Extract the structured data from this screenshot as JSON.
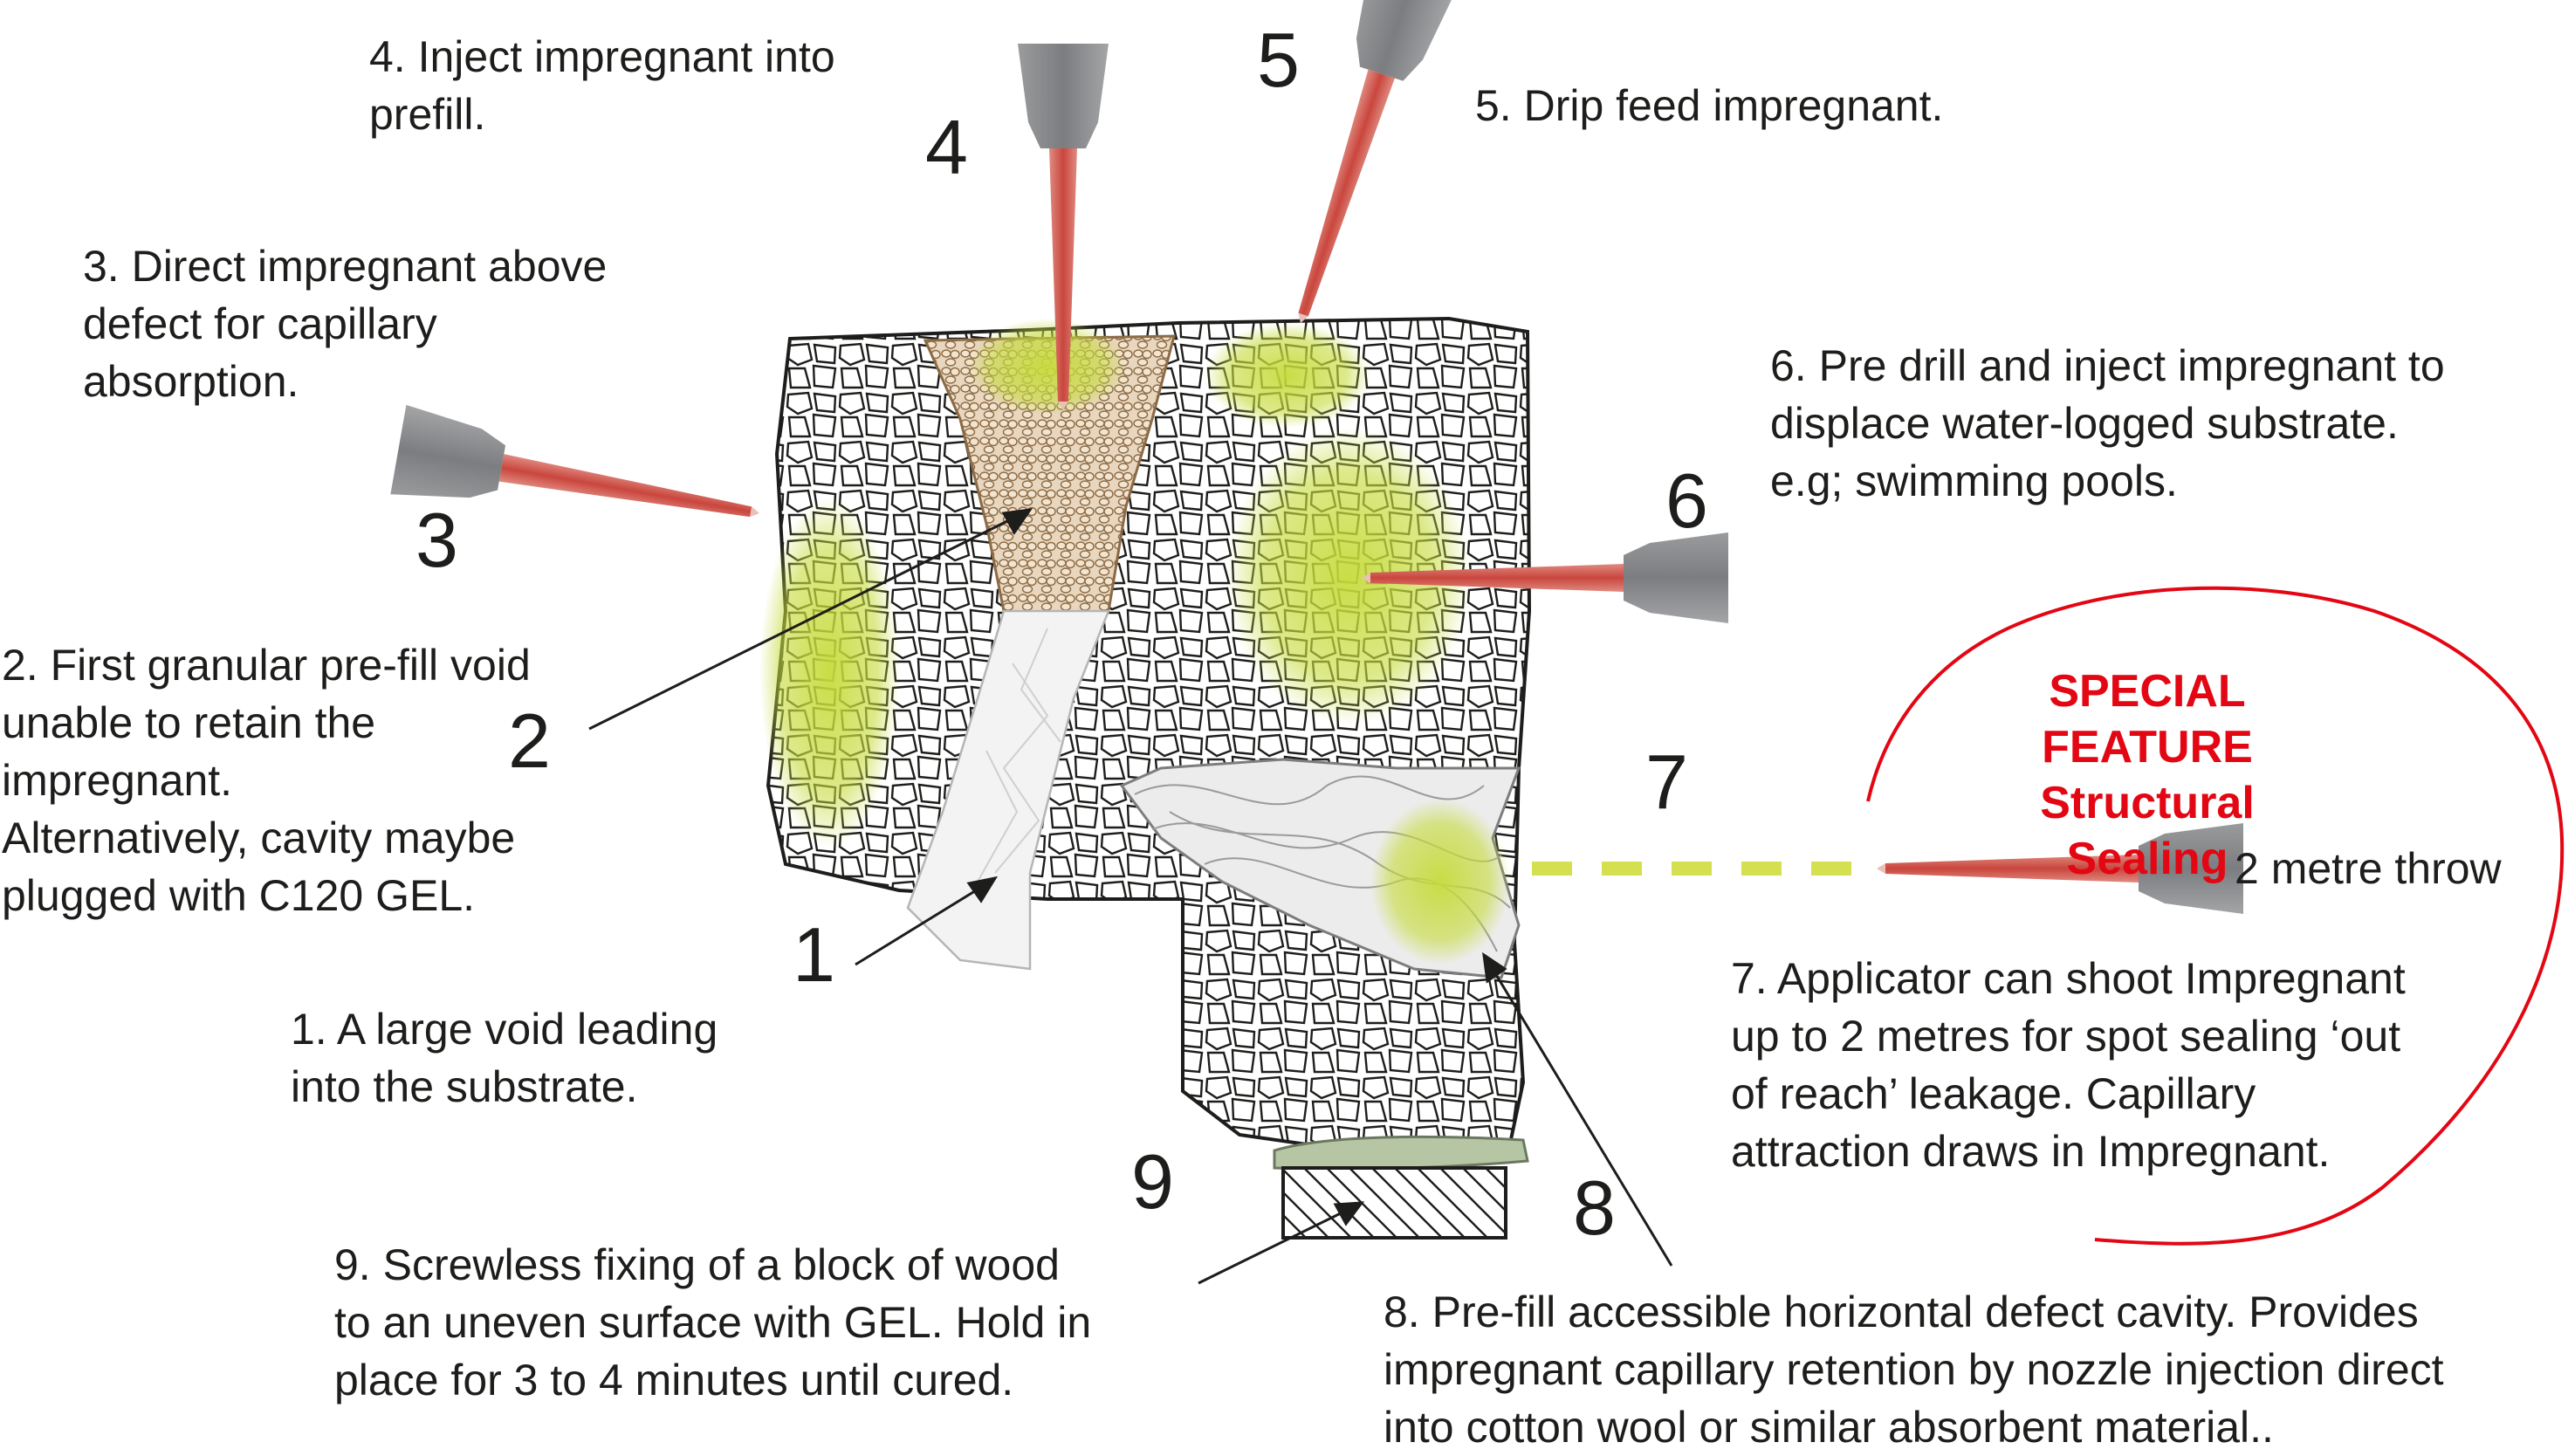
{
  "numbers": {
    "n1": "1",
    "n2": "2",
    "n3": "3",
    "n4": "4",
    "n5": "5",
    "n6": "6",
    "n7": "7",
    "n8": "8",
    "n9": "9"
  },
  "notes": {
    "note1": "1.  A large void leading\ninto the substrate.",
    "note2": "2. First granular pre-fill void\nunable to retain the\nimpregnant.\nAlternatively, cavity maybe\nplugged with C120 GEL.",
    "note3": "3. Direct impregnant above\ndefect for capillary\nabsorption.",
    "note4": "4. Inject impregnant into\nprefill.",
    "note5": "5. Drip feed impregnant.",
    "note6": "6. Pre drill and inject impregnant to\ndisplace water-logged substrate.\ne.g;  swimming pools.",
    "note7": "7. Applicator can shoot Impregnant\nup to 2 metres for spot sealing ‘out\nof reach’ leakage.  Capillary\nattraction draws in Impregnant.",
    "note8": "8. Pre-fill accessible horizontal defect cavity. Provides\nimpregnant capillary retention by nozzle injection direct\ninto cotton wool or similar absorbent material..",
    "note9": "9. Screwless fixing of a block of wood\nto an uneven surface with GEL. Hold in\nplace for 3 to 4 minutes until  cured."
  },
  "throw_label": "2 metre throw",
  "special_feature": {
    "title": "SPECIAL FEATURE",
    "subtitle": "Structural Sealing"
  },
  "icons": [
    "applicator-nozzle-icon",
    "stone-substrate-icon",
    "wood-block-icon"
  ],
  "colors": {
    "accent_red": "#e30613",
    "impregnant_green": "#c6db3c",
    "prefill_brown": "#d8bfa0",
    "nozzle_grey": "#8a8b8d",
    "tube_red": "#c9463d",
    "text": "#1d1d1b"
  }
}
